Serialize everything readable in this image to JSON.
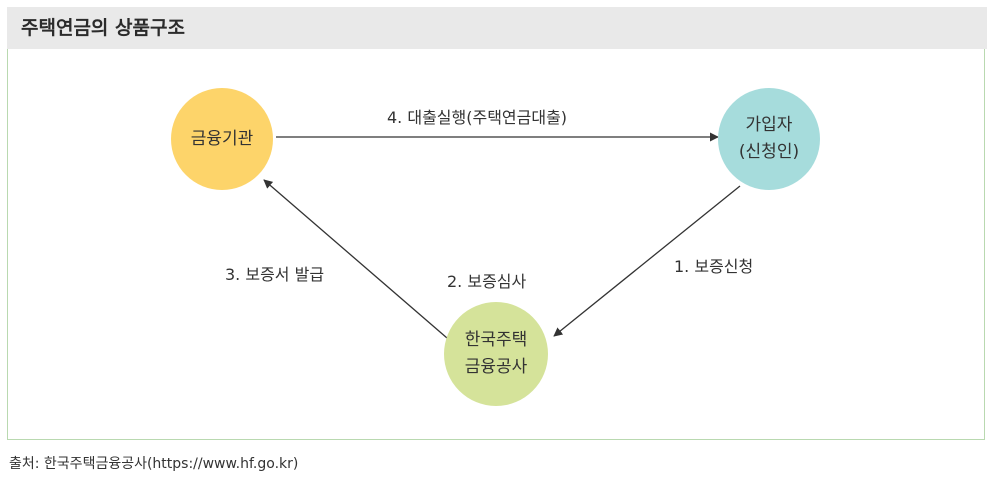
{
  "title": "주택연금의 상품구조",
  "nodes": {
    "bank": {
      "lines": [
        "금융기관"
      ],
      "color": "#fdd46a"
    },
    "subscriber": {
      "lines": [
        "가입자",
        "(신청인)"
      ],
      "color": "#a6dcdc"
    },
    "hf": {
      "lines": [
        "한국주택",
        "금융공사"
      ],
      "color": "#d5e39a"
    }
  },
  "edges": {
    "step1": "1. 보증신청",
    "step2": "2. 보증심사",
    "step3": "3. 보증서 발급",
    "step4": "4. 대출실행(주택연금대출)"
  },
  "source": "출처:  한국주택금융공사(https://www.hf.go.kr)",
  "colors": {
    "header_bg": "#e9e9e9",
    "frame_border": "#b9d9b0",
    "arrow": "#333333"
  }
}
